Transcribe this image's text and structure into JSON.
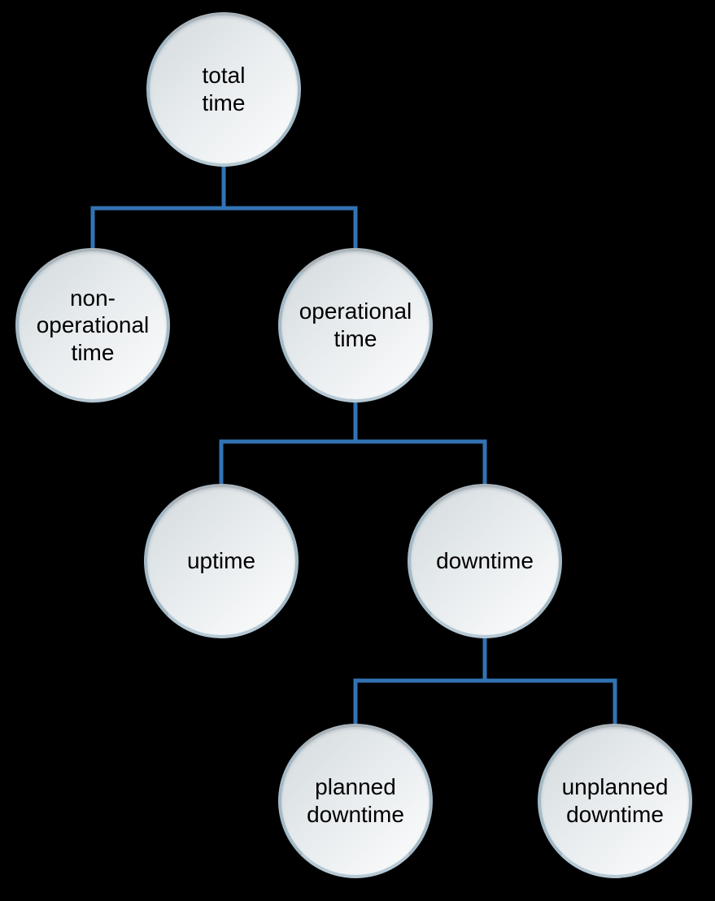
{
  "diagram_type": "hierarchy-tree",
  "nodes": {
    "total": {
      "label": "total\ntime"
    },
    "non_operational": {
      "label": "non-\noperational\ntime"
    },
    "operational": {
      "label": "operational\ntime"
    },
    "uptime": {
      "label": "uptime"
    },
    "downtime": {
      "label": "downtime"
    },
    "planned": {
      "label": "planned\ndowntime"
    },
    "unplanned": {
      "label": "unplanned\ndowntime"
    }
  },
  "edges": [
    {
      "from": "total",
      "to": "non_operational"
    },
    {
      "from": "total",
      "to": "operational"
    },
    {
      "from": "operational",
      "to": "uptime"
    },
    {
      "from": "operational",
      "to": "downtime"
    },
    {
      "from": "downtime",
      "to": "planned"
    },
    {
      "from": "downtime",
      "to": "unplanned"
    }
  ],
  "colors": {
    "background": "#000000",
    "connector": "#3273b4",
    "node_border": "#a3b9c6",
    "node_fill_start": "#d3dadd",
    "node_fill_mid": "#e9edef",
    "node_fill_end": "#fdfdfd",
    "text": "#000000"
  }
}
